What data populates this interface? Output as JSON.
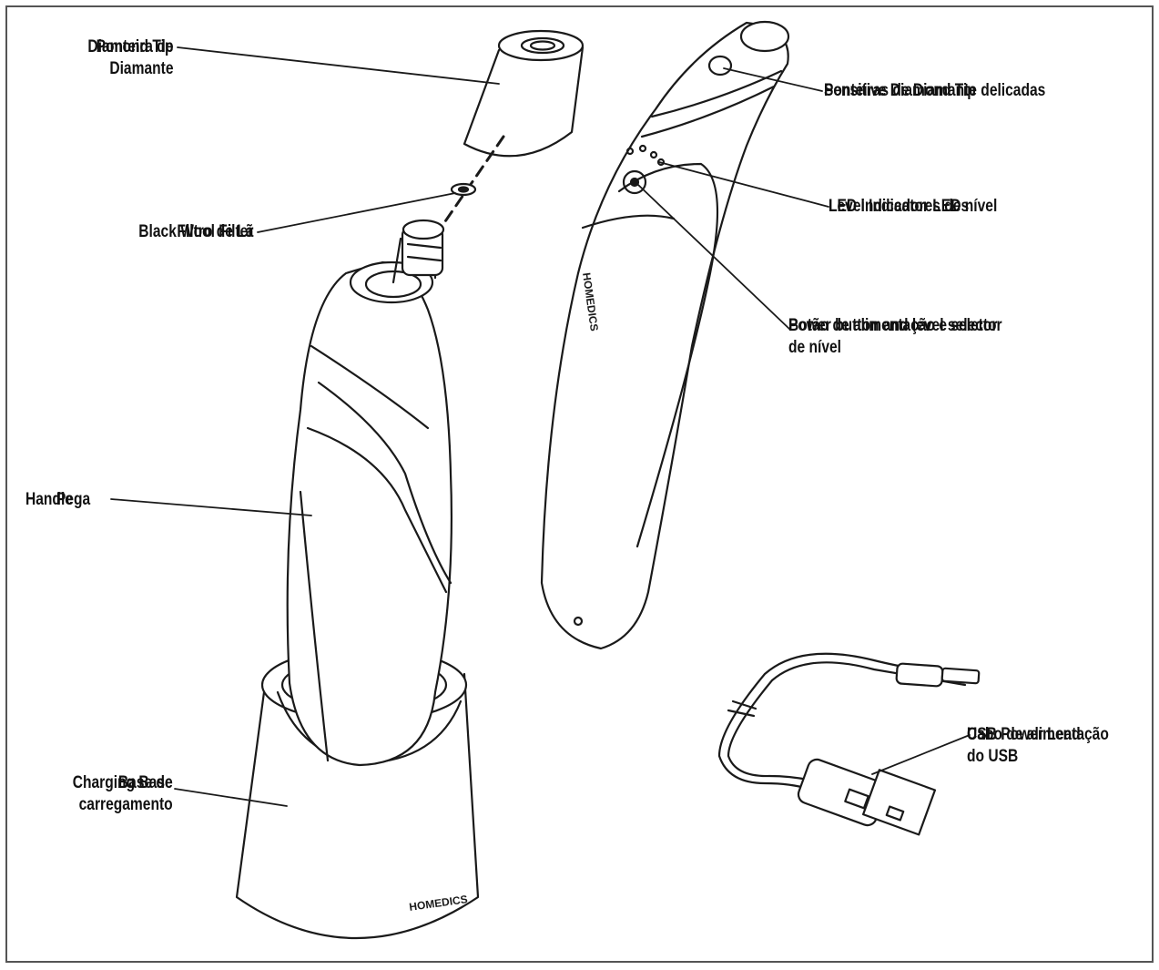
{
  "labels": {
    "diamond_tip_en": "Diamond Tip",
    "diamond_tip_pt_1": "Ponteira de",
    "diamond_tip_pt_2": "Diamante",
    "black_wool_filter_en": "Black Wool Filter",
    "black_wool_filter_pt": "Filtro de Lã",
    "handle_en": "Handle",
    "handle_pt": "Pega",
    "charging_base_en": "Charging Base",
    "charging_base_pt_1": "Base de",
    "charging_base_pt_2": "carregamento",
    "sensitive_tip_en": "Sensitive Diamond Tip",
    "sensitive_tip_pt": "Ponteiras de Diamante delicadas",
    "level_leds_en": "Level Indicator LEDs",
    "level_leds_pt": "LED indicadores de nível",
    "power_button_en": "Power button and level selector",
    "power_button_pt_1": "Botão de alimentação e seletor",
    "power_button_pt_2": "de nível",
    "usb_lead_en": "USB Power Lead",
    "usb_lead_pt_1": "Cabo de alimentação",
    "usb_lead_pt_2": "do USB"
  },
  "brand": {
    "logo_text": "HOMEDICS"
  },
  "colors": {
    "stroke": "#1a1a1a",
    "frame": "#555555"
  }
}
